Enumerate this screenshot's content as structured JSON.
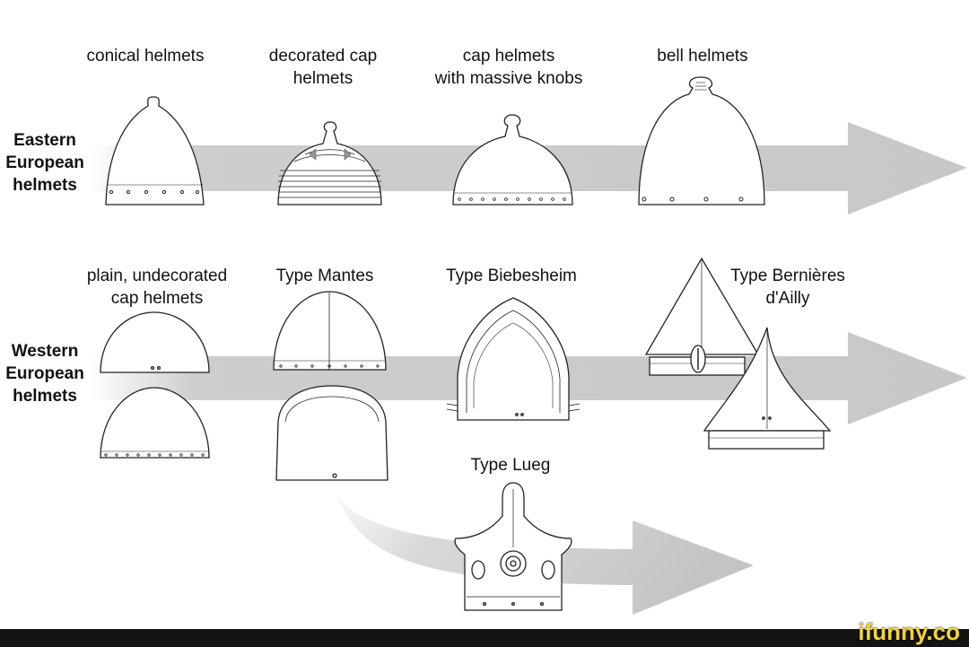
{
  "rows": {
    "eastern": {
      "line1": "Eastern",
      "line2": "European",
      "line3": "helmets"
    },
    "western": {
      "line1": "Western",
      "line2": "European",
      "line3": "helmets"
    }
  },
  "labels": {
    "conical": {
      "line1": "conical helmets"
    },
    "decorated_cap": {
      "line1": "decorated cap",
      "line2": "helmets"
    },
    "cap_knobs": {
      "line1": "cap helmets",
      "line2": "with massive knobs"
    },
    "bell": {
      "line1": "bell helmets"
    },
    "plain_cap": {
      "line1": "plain, undecorated",
      "line2": "cap helmets"
    },
    "mantes": {
      "line1": "Type Mantes"
    },
    "biebesheim": {
      "line1": "Type Biebesheim"
    },
    "bernieres": {
      "line1": "Type Bernières",
      "line2": "d'Ailly"
    },
    "lueg": {
      "line1": "Type Lueg"
    }
  },
  "watermark": "ifunny.co",
  "colors": {
    "arrow": "#c8c8c8",
    "stroke": "#222222",
    "footer": "#141414",
    "watermark": "#f2d338"
  }
}
